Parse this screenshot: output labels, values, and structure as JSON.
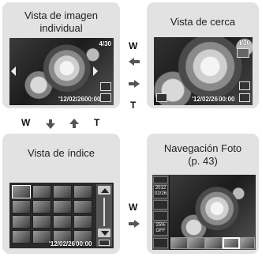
{
  "panels": {
    "single": {
      "title_line1": "Vista de imagen",
      "title_line2": "individual",
      "osd_number": "4/30",
      "datetime": "'12/02/26",
      "time": "00:00"
    },
    "closeup": {
      "title": "Vista de cerca",
      "osd_number": "4/30",
      "datetime": "'12/02/26",
      "time": "00:00"
    },
    "index": {
      "title": "Vista de índice",
      "datetime": "'12/02/26",
      "time": "00:00"
    },
    "photo_nav": {
      "title_line1": "Navegación Foto",
      "title_line2": "(p. 43)",
      "side_year": "2012",
      "side_date": "02/26",
      "side_percent": "25%",
      "side_off": "OFF"
    }
  },
  "controls": {
    "w_right": "W",
    "t_right": "T",
    "w_bottom": "W",
    "t_bottom": "T",
    "w_lower": "W"
  }
}
